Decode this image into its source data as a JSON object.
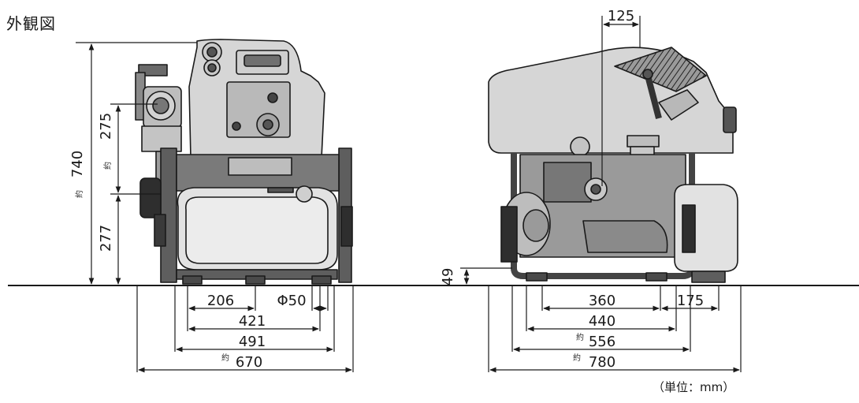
{
  "title": "外観図",
  "unit_note": "（単位：mm）",
  "approx_label": "約",
  "front_view": {
    "height_total": "740",
    "height_upper": "275",
    "height_lower": "277",
    "width_206": "206",
    "phi": "Φ50",
    "width_421": "421",
    "width_491": "491",
    "width_670": "670"
  },
  "side_view": {
    "top_offset": "125",
    "ground_clear": "49",
    "len_360": "360",
    "len_175": "175",
    "len_440": "440",
    "len_556": "556",
    "len_780": "780"
  },
  "colors": {
    "line": "#1a1a1a",
    "body_fill": "#d6d6d6",
    "body_dark": "#5e5e5e",
    "tank_fill": "#e2e2e2"
  }
}
